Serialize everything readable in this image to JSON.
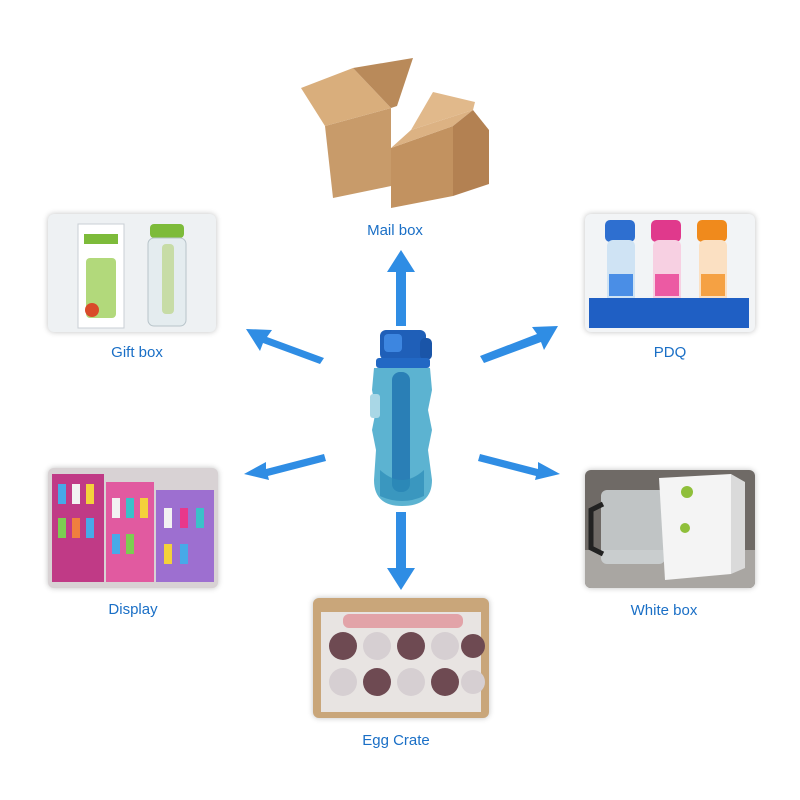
{
  "diagram": {
    "center": {
      "icon": "water-bottle-icon"
    },
    "nodes": [
      {
        "id": "mail-box",
        "label": "Mail box",
        "icon": "cardboard-box-icon"
      },
      {
        "id": "gift-box",
        "label": "Gift box",
        "icon": "gift-box-icon"
      },
      {
        "id": "pdq",
        "label": "PDQ",
        "icon": "pdq-tray-icon"
      },
      {
        "id": "display",
        "label": "Display",
        "icon": "shelf-display-icon"
      },
      {
        "id": "white-box",
        "label": "White box",
        "icon": "white-box-icon"
      },
      {
        "id": "egg-crate",
        "label": "Egg Crate",
        "icon": "egg-crate-icon"
      }
    ],
    "colors": {
      "arrow": "#2f8de4",
      "label": "#1a6fc6"
    }
  }
}
